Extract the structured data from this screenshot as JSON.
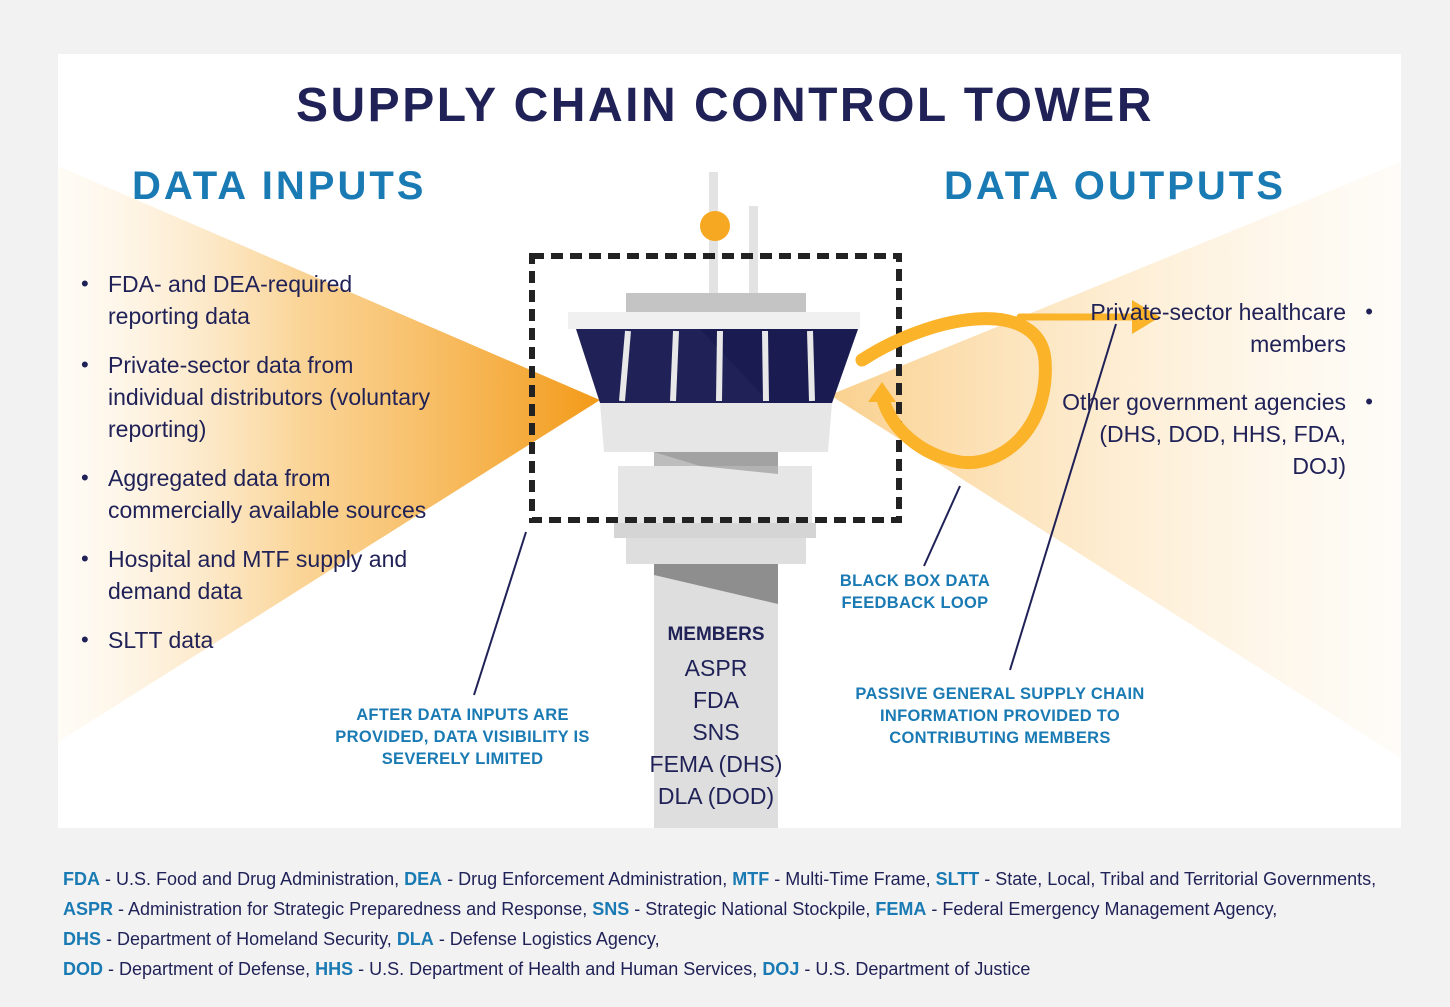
{
  "title": "SUPPLY CHAIN CONTROL TOWER",
  "inputs": {
    "heading": "DATA INPUTS",
    "items": [
      "FDA- and DEA-required reporting data",
      "Private-sector data from individual distributors (voluntary reporting)",
      "Aggregated data from commercially available sources",
      "Hospital and MTF supply and demand data",
      "SLTT data"
    ]
  },
  "outputs": {
    "heading": "DATA OUTPUTS",
    "items": [
      "Private-sector healthcare members",
      "Other government agencies (DHS, DOD, HHS, FDA, DOJ)"
    ]
  },
  "callouts": {
    "visibility": "AFTER DATA INPUTS ARE PROVIDED, DATA VISIBILITY IS SEVERELY LIMITED",
    "feedback": "BLACK BOX DATA FEEDBACK LOOP",
    "passive": "PASSIVE GENERAL SUPPLY CHAIN INFORMATION PROVIDED TO CONTRIBUTING MEMBERS"
  },
  "members": {
    "title": "MEMBERS",
    "items": [
      "ASPR",
      "FDA",
      "SNS",
      "FEMA (DHS)",
      "DLA (DOD)"
    ]
  },
  "footnote": [
    {
      "abbr": "FDA",
      "text": "U.S. Food and Drug Administration"
    },
    {
      "abbr": "DEA",
      "text": "Drug Enforcement Administration"
    },
    {
      "abbr": "MTF",
      "text": "Multi-Time Frame"
    },
    {
      "abbr": "SLTT",
      "text": "State, Local, Tribal and Territorial Governments"
    },
    {
      "abbr": "ASPR",
      "text": "Administration for Strategic Preparedness and Response"
    },
    {
      "abbr": "SNS",
      "text": "Strategic National Stockpile"
    },
    {
      "abbr": "FEMA",
      "text": "Federal Emergency Management Agency"
    },
    {
      "abbr": "DHS",
      "text": "Department of Homeland Security"
    },
    {
      "abbr": "DLA",
      "text": "Defense Logistics Agency"
    },
    {
      "abbr": "DOD",
      "text": "Department of Defense"
    },
    {
      "abbr": "HHS",
      "text": "U.S. Department of Health and Human Services"
    },
    {
      "abbr": "DOJ",
      "text": "U.S. Department of Justice"
    }
  ],
  "colors": {
    "navy": "#1f2157",
    "blue": "#1a7ab3",
    "orange": "#f7a823",
    "gray": "#dcdcdc",
    "background": "#f2f2f2"
  }
}
